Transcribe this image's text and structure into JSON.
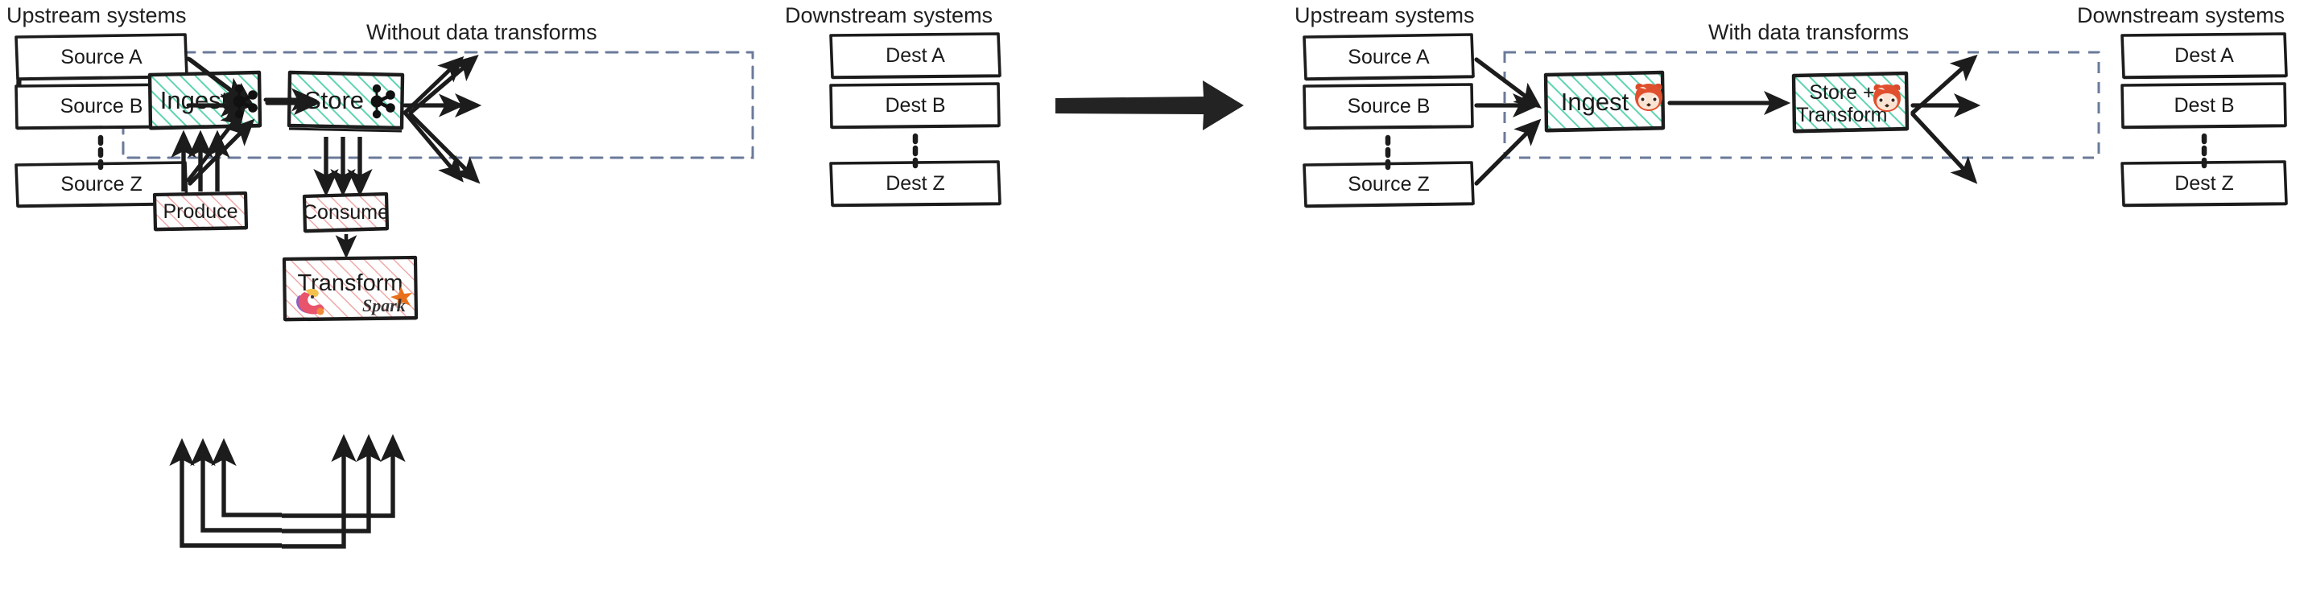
{
  "diagram": {
    "title_left": "Without data transforms",
    "title_right": "With data transforms",
    "headers": {
      "upstream_left": "Upstream systems",
      "downstream_left": "Downstream systems",
      "upstream_right": "Upstream systems",
      "downstream_right": "Downstream systems"
    },
    "colors": {
      "teal_hatch": "#5fd4b0",
      "pink_hatch": "#f0a9a9",
      "dashed_boundary": "#6b7a99",
      "stroke": "#1c1c1c",
      "spark_orange": "#e8701a",
      "redpanda_red": "#d94a2b"
    },
    "left_panel": {
      "sources": [
        {
          "label": "Source A"
        },
        {
          "label": "Source B"
        },
        {
          "label": "Source Z"
        }
      ],
      "sources_ellipsis": "vertical-dots",
      "pipeline": [
        {
          "label": "Ingest",
          "icon": "kafka-icon",
          "fill": "teal"
        },
        {
          "label": "Store",
          "icon": "kafka-icon",
          "fill": "teal"
        }
      ],
      "external_jobs": [
        {
          "label": "Produce",
          "fill": "pink"
        },
        {
          "label": "Consume",
          "fill": "pink"
        },
        {
          "label": "Transform",
          "fill": "pink",
          "icons": [
            "flink-icon",
            "spark-icon"
          ]
        }
      ],
      "spark_wordmark": "Spark",
      "dests": [
        {
          "label": "Dest A"
        },
        {
          "label": "Dest B"
        },
        {
          "label": "Dest Z"
        }
      ],
      "dests_ellipsis": "vertical-dots"
    },
    "right_panel": {
      "sources": [
        {
          "label": "Source A"
        },
        {
          "label": "Source B"
        },
        {
          "label": "Source Z"
        }
      ],
      "sources_ellipsis": "vertical-dots",
      "pipeline": [
        {
          "label": "Ingest",
          "icon": "redpanda-icon",
          "fill": "teal"
        },
        {
          "label": "Store +\nTransform",
          "label_line1": "Store +",
          "label_line2": "Transform",
          "icon": "redpanda-icon",
          "fill": "teal"
        }
      ],
      "dests": [
        {
          "label": "Dest A"
        },
        {
          "label": "Dest B"
        },
        {
          "label": "Dest Z"
        }
      ],
      "dests_ellipsis": "vertical-dots"
    },
    "transition_arrow": "big-right-arrow"
  }
}
